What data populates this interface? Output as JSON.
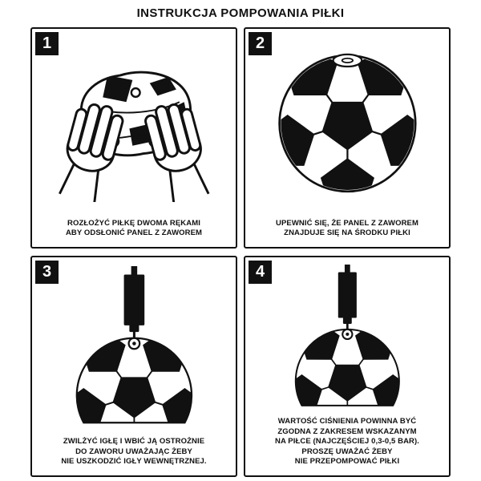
{
  "title": "INSTRUKCJA POMPOWANIA PIŁKI",
  "colors": {
    "ink": "#111111",
    "paper": "#ffffff"
  },
  "panels": [
    {
      "number": "1",
      "caption": "ROZŁOŻYĆ PIŁKĘ DWOMA RĘKAMI\nABY ODSŁONIĆ PANEL Z ZAWOREM"
    },
    {
      "number": "2",
      "caption": "UPEWNIĆ SIĘ, ŻE PANEL Z ZAWOREM\nZNAJDUJE SIĘ NA ŚRODKU PIŁKI"
    },
    {
      "number": "3",
      "caption": "ZWILŻYĆ IGŁĘ I WBIĆ JĄ OSTROŻNIE\nDO ZAWORU UWAŻAJĄC ŻEBY\nNIE USZKODZIĆ IGŁY WEWNĘTRZNEJ."
    },
    {
      "number": "4",
      "caption": "WARTOŚĆ CIŚNIENIA POWINNA BYĆ\nZGODNA Z ZAKRESEM WSKAZANYM\nNA PIŁCE (NAJCZĘŚCIEJ 0,3-0,5 BAR).\nPROSZĘ UWAŻAĆ ŻEBY\nNIE PRZEPOMPOWAĆ PIŁKI"
    }
  ]
}
